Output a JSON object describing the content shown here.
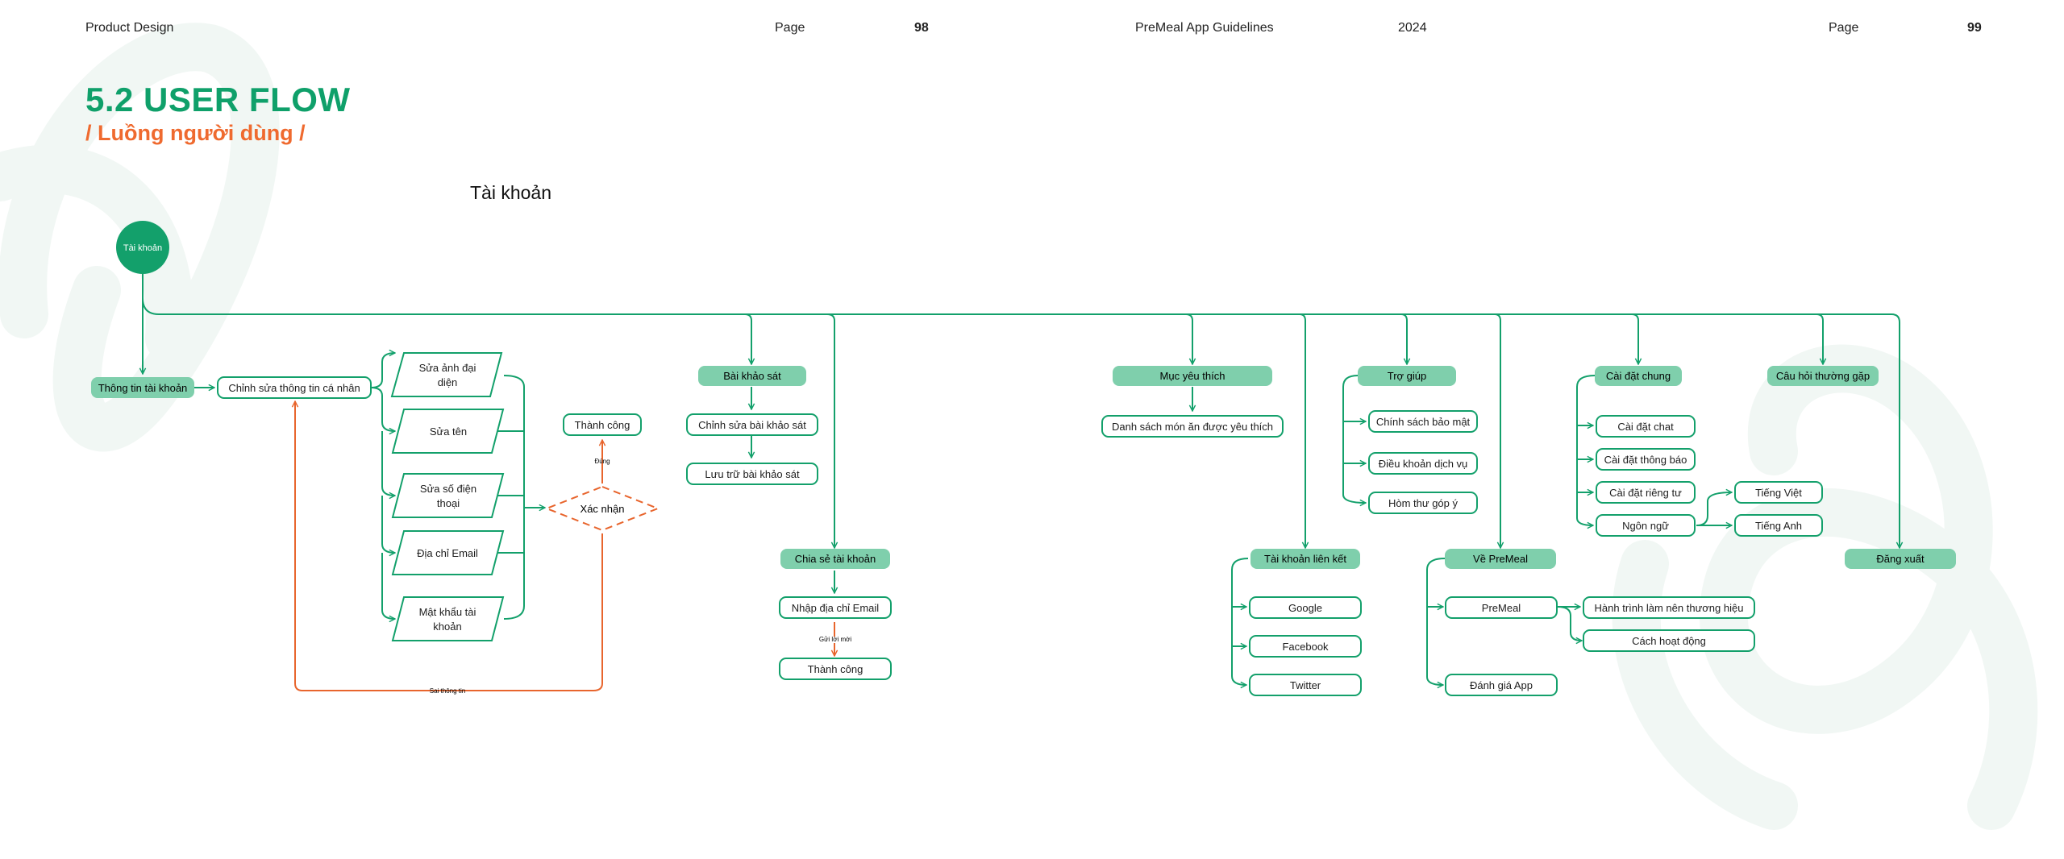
{
  "header": {
    "left_label": "Product Design",
    "page_label_1": "Page",
    "page_num_1": "98",
    "guide_title": "PreMeal App Guidelines",
    "year": "2024",
    "page_label_2": "Page",
    "page_num_2": "99"
  },
  "title": "5.2 USER FLOW",
  "subtitle": "/ Luồng người dùng /",
  "section_title": "Tài khoản",
  "colors": {
    "green": "#13a06b",
    "filled": "#7fcfac",
    "orange": "#e8652d"
  },
  "diagram": {
    "root": "Tài khoản",
    "account_info": "Thông tin tài khoản",
    "edit_profile": "Chỉnh sửa thông tin cá nhân",
    "edit_avatar": [
      "Sửa ảnh đại",
      "diện"
    ],
    "edit_name": "Sửa tên",
    "edit_phone": [
      "Sửa số điện",
      "thoại"
    ],
    "email_address": "Địa chỉ Email",
    "account_password": [
      "Mật khẩu tài",
      "khoản"
    ],
    "confirm": "Xác nhận",
    "yes_label": "Đúng",
    "success_1": "Thành công",
    "wrong_info_label": "Sai thông tin",
    "surveys": "Bài khảo sát",
    "edit_survey": "Chỉnh sửa bài khảo sát",
    "save_survey": "Lưu trữ bài khảo sát",
    "share_account": "Chia sẻ tài khoản",
    "enter_email": "Nhập địa chỉ Email",
    "send_invite_label": "Gửi lời mời",
    "success_2": "Thành công",
    "favorites": "Mục yêu thích",
    "favorite_list": "Danh sách món ăn được yêu thích",
    "linked_accounts": "Tài khoản liên kết",
    "google": "Google",
    "facebook": "Facebook",
    "twitter": "Twitter",
    "help": "Trợ giúp",
    "privacy_policy": "Chính sách bảo mật",
    "terms": "Điều khoản dịch vụ",
    "feedback": "Hòm thư góp ý",
    "about": "Về PreMeal",
    "premeal": "PreMeal",
    "brand_journey": "Hành trình làm nên thương hiệu",
    "how_it_works": "Cách hoạt động",
    "rate_app": "Đánh giá App",
    "general_settings": "Cài đặt chung",
    "chat_settings": "Cài đặt chat",
    "notification_settings": "Cài đặt thông báo",
    "privacy_settings": "Cài đặt riêng tư",
    "language": "Ngôn ngữ",
    "vietnamese": "Tiếng Việt",
    "english": "Tiếng Anh",
    "faq": "Câu hỏi thường gặp",
    "logout": "Đăng xuất"
  }
}
